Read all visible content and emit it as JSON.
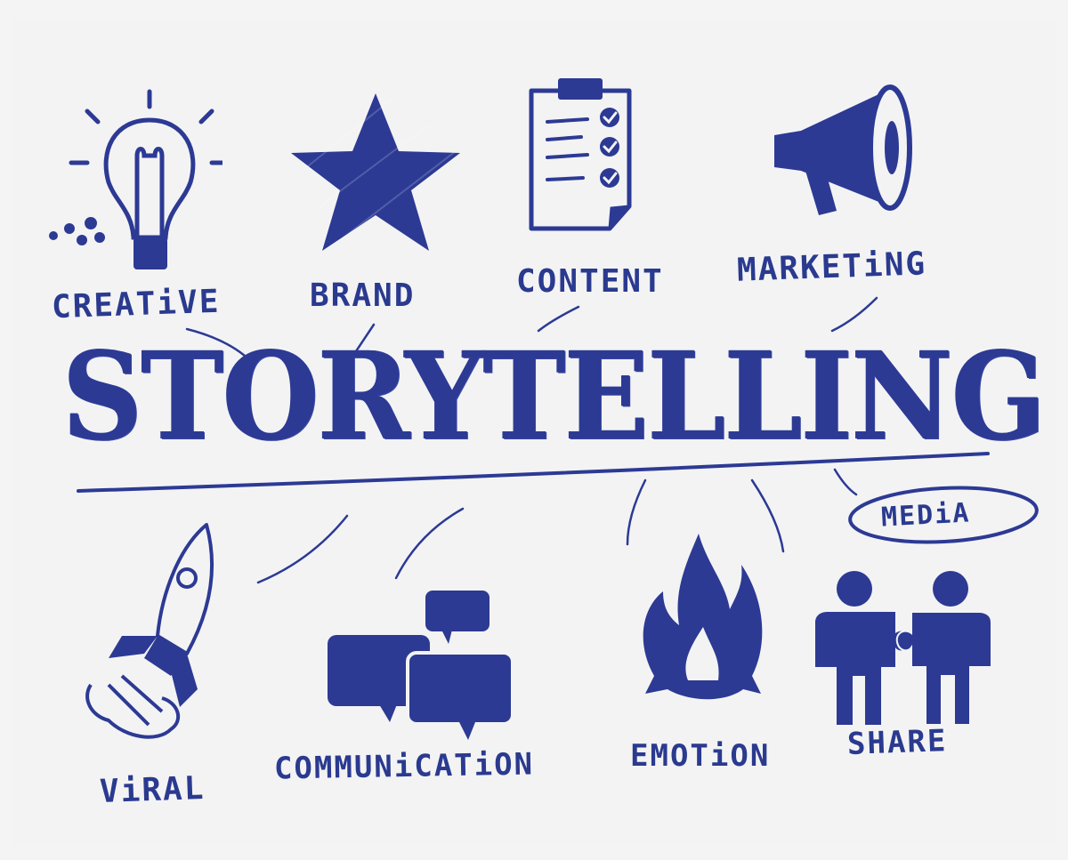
{
  "title": "STORYTELLING",
  "labels": {
    "creative": "CREATiVE",
    "brand": "BRAND",
    "content": "CONTENT",
    "marketing": "MARKETiNG",
    "media": "MEDiA",
    "viral": "ViRAL",
    "communication": "COMMUNiCATiON",
    "emotion": "EMOTiON",
    "share": "SHARE"
  },
  "colors": {
    "ink": "#2c3a94",
    "background": "#f3f3f4"
  },
  "icons": [
    "lightbulb-icon",
    "star-icon",
    "clipboard-icon",
    "megaphone-icon",
    "rocket-icon",
    "speech-bubbles-icon",
    "flame-icon",
    "people-puzzle-icon"
  ]
}
